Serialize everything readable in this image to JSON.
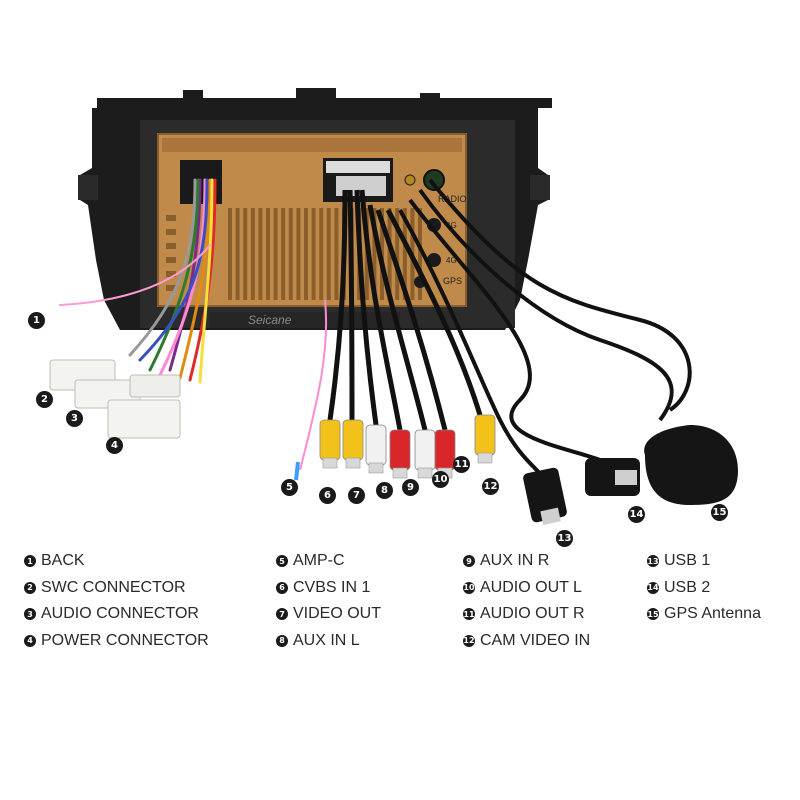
{
  "brand": {
    "watermark": "Seicane",
    "rear_labels": [
      "RADIO",
      "4G",
      "4G",
      "GPS"
    ]
  },
  "callouts": [
    "1",
    "2",
    "3",
    "4",
    "5",
    "6",
    "7",
    "8",
    "9",
    "10",
    "11",
    "12",
    "13",
    "14",
    "15"
  ],
  "legend": [
    {
      "num": "1",
      "label": "BACK"
    },
    {
      "num": "2",
      "label": "SWC CONNECTOR"
    },
    {
      "num": "3",
      "label": "AUDIO CONNECTOR"
    },
    {
      "num": "4",
      "label": "POWER CONNECTOR"
    },
    {
      "num": "5",
      "label": "AMP-C"
    },
    {
      "num": "6",
      "label": "CVBS IN 1"
    },
    {
      "num": "7",
      "label": "VIDEO OUT"
    },
    {
      "num": "8",
      "label": "AUX IN L"
    },
    {
      "num": "9",
      "label": "AUX IN R"
    },
    {
      "num": "10",
      "label": "AUDIO OUT L"
    },
    {
      "num": "11",
      "label": "AUDIO OUT R"
    },
    {
      "num": "12",
      "label": "CAM VIDEO IN"
    },
    {
      "num": "13",
      "label": "USB 1"
    },
    {
      "num": "14",
      "label": "USB 2"
    },
    {
      "num": "15",
      "label": "GPS Antenna"
    }
  ],
  "colors": {
    "housing": "#1c1c1c",
    "chassis": "#c08a4a",
    "rca_yellow": "#f2c21b",
    "rca_white": "#f1f1f1",
    "rca_red": "#d8262b",
    "cable": "#111111"
  }
}
